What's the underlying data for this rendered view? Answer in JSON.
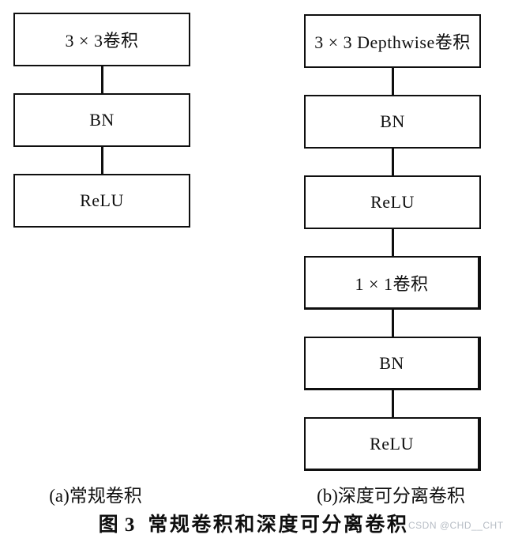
{
  "diagram": {
    "conventional": {
      "boxes": [
        "3 × 3卷积",
        "BN",
        "ReLU"
      ],
      "caption": "(a)常规卷积"
    },
    "depthwise": {
      "boxes": [
        "3 × 3 Depthwise卷积",
        "BN",
        "ReLU",
        "1 × 1卷积",
        "BN",
        "ReLU"
      ],
      "caption": "(b)深度可分离卷积"
    }
  },
  "caption": {
    "number": "图 3",
    "title": "常规卷积和深度可分离卷积"
  },
  "watermark": "CSDN @CHD__CHT",
  "colors": {
    "line": "#0f0f0f",
    "text": "#0f0f0f",
    "watermark": "#b6bcc4",
    "background": "#ffffff"
  }
}
